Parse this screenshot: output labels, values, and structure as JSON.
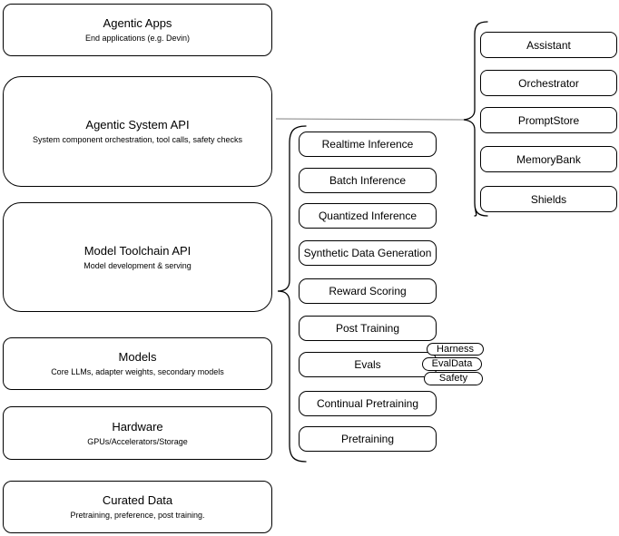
{
  "diagram": {
    "stack": [
      {
        "title": "Agentic Apps",
        "subtitle": "End applications (e.g. Devin)"
      },
      {
        "title": "Agentic System API",
        "subtitle": "System component orchestration, tool calls, safety checks"
      },
      {
        "title": "Model Toolchain API",
        "subtitle": "Model development & serving"
      },
      {
        "title": "Models",
        "subtitle": "Core LLMs, adapter weights, secondary models"
      },
      {
        "title": "Hardware",
        "subtitle": "GPUs/Accelerators/Storage"
      },
      {
        "title": "Curated Data",
        "subtitle": "Pretraining, preference, post training."
      }
    ],
    "toolchain_services": [
      "Realtime Inference",
      "Batch Inference",
      "Quantized Inference",
      "Synthetic Data Generation",
      "Reward Scoring",
      "Post Training",
      "Evals",
      "Continual Pretraining",
      "Pretraining"
    ],
    "eval_tags": [
      "Harness",
      "EvalData",
      "Safety"
    ],
    "system_components": [
      "Assistant",
      "Orchestrator",
      "PromptStore",
      "MemoryBank",
      "Shields"
    ],
    "colors": {
      "stroke": "#000000",
      "connector": "#808080",
      "background": "#ffffff"
    }
  }
}
